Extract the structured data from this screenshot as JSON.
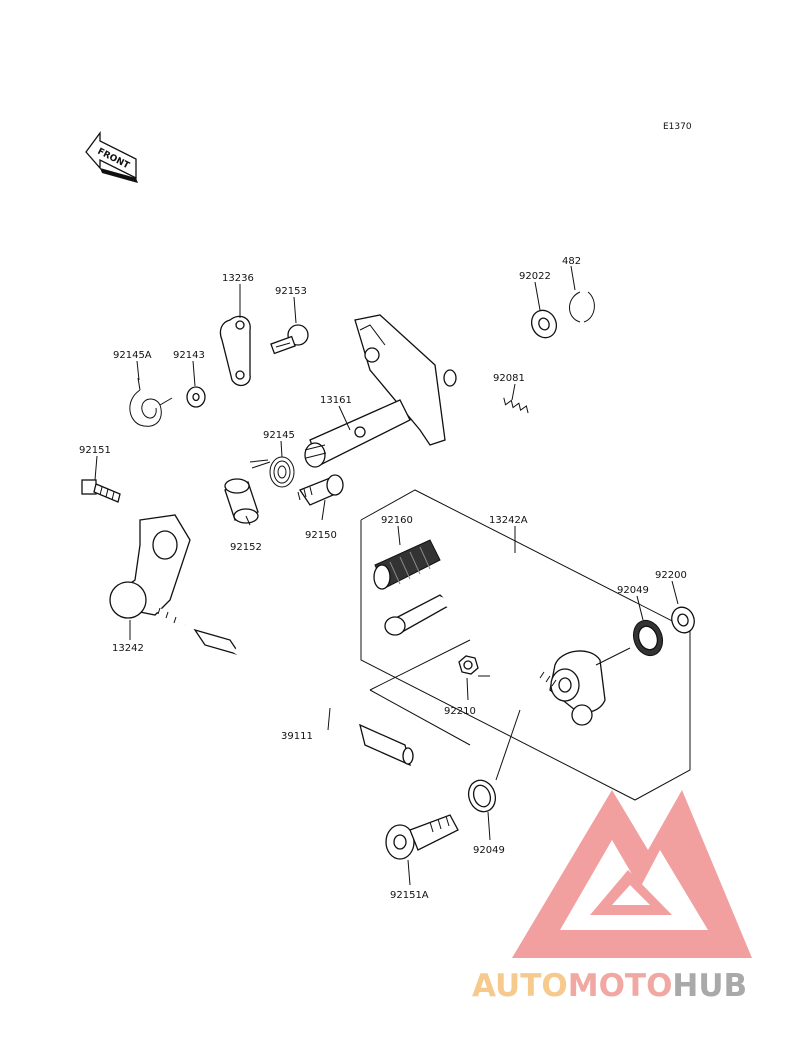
{
  "diagram_code": "E1370",
  "front_arrow_text": "FRONT",
  "part_labels": {
    "p13236": "13236",
    "p92153": "92153",
    "p92145A": "92145A",
    "p92143": "92143",
    "p92022": "92022",
    "p482": "482",
    "p92081": "92081",
    "p13161": "13161",
    "p92145": "92145",
    "p92151": "92151",
    "p92152": "92152",
    "p92150": "92150",
    "p92160": "92160",
    "p13242A": "13242A",
    "p92200": "92200",
    "p92049a": "92049",
    "p13242": "13242",
    "p92210": "92210",
    "p39111": "39111",
    "p92049b": "92049",
    "p92151A": "92151A"
  },
  "watermark": {
    "part1": "AUTO",
    "part2": "MOTO",
    "part3": "HUB",
    "color_auto": "#f6c98c",
    "color_moto": "#f2a8a2",
    "color_hub": "#a9a9a9",
    "color_logo": "#f08f8f"
  }
}
